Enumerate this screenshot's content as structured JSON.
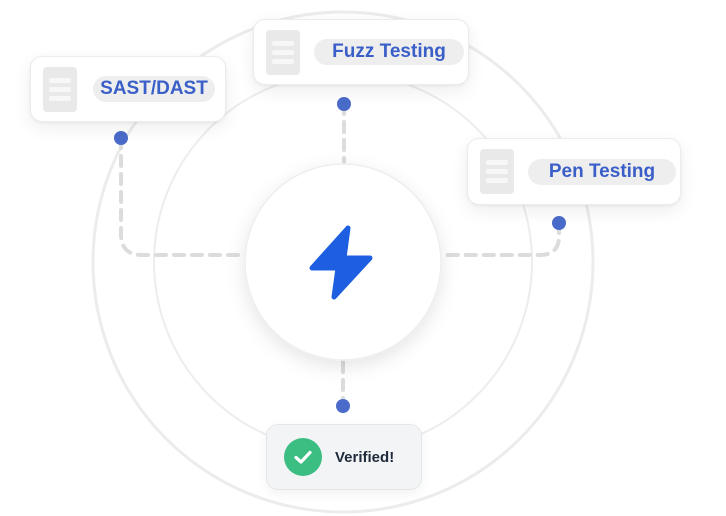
{
  "methods": [
    {
      "label": "SAST/DAST",
      "icon": "document-icon"
    },
    {
      "label": "Fuzz Testing",
      "icon": "document-icon"
    },
    {
      "label": "Pen Testing",
      "icon": "document-icon"
    }
  ],
  "hub": {
    "icon": "lightning-bolt-icon"
  },
  "result": {
    "label": "Verified!",
    "icon": "check-icon"
  },
  "colors": {
    "accent": "#1d5fe0",
    "pill_text": "#3a5fc8",
    "connector_dot": "#4a6bc9",
    "success": "#3cbd82",
    "dashed_line": "#dcdcdc",
    "ring": "#e8e8e8"
  }
}
